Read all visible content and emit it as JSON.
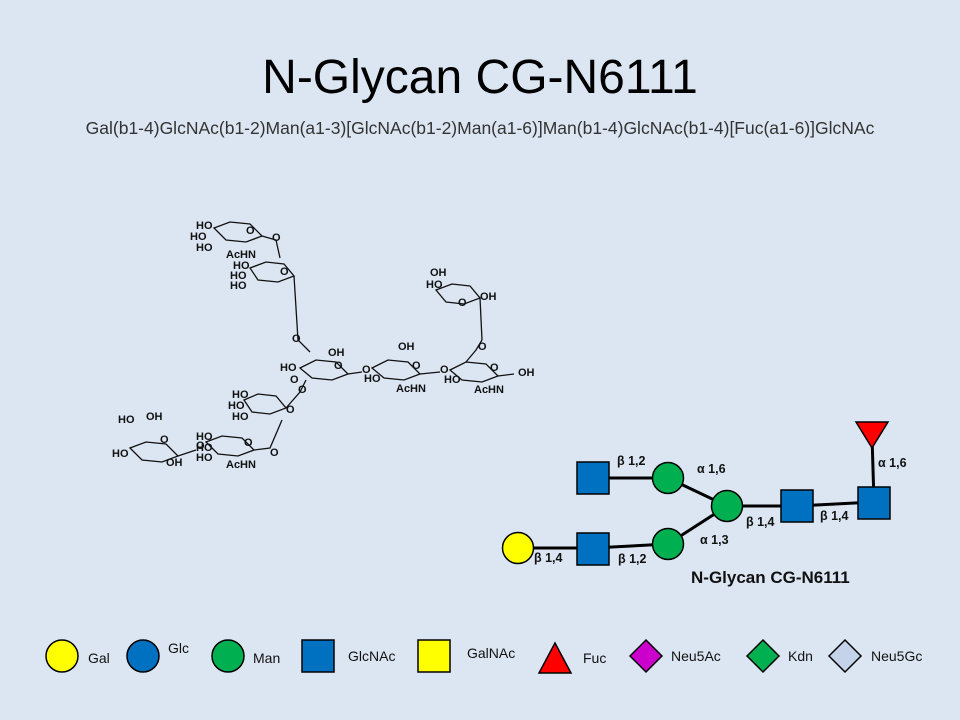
{
  "title": "N-Glycan CG-N6111",
  "subtitle": "Gal(b1-4)GlcNAc(b1-2)Man(a1-3)[GlcNAc(b1-2)Man(a1-6)]Man(b1-4)GlcNAc(b1-4)[Fuc(a1-6)]GlcNAc",
  "structure": {
    "labels": {
      "ho": "HO",
      "oh": "OH",
      "o": "O",
      "achn": "AcHN"
    }
  },
  "glycan": {
    "name": "N-Glycan CG-N6111",
    "linkages": {
      "b12_top": "β 1,2",
      "a16_top": "α 1,6",
      "b14_left": "β 1,4",
      "b12_bottom": "β 1,2",
      "a13": "α 1,3",
      "b14_mid": "β 1,4",
      "b14_right": "β 1,4",
      "a16_fuc": "α 1,6"
    }
  },
  "legend": [
    {
      "label": "Gal",
      "icon": "yellow-circle-icon",
      "color": "#ffff00"
    },
    {
      "label": "Glc",
      "icon": "blue-circle-icon",
      "color": "#0070c0"
    },
    {
      "label": "Man",
      "icon": "green-circle-icon",
      "color": "#00b050"
    },
    {
      "label": "GlcNAc",
      "icon": "blue-square-icon",
      "color": "#0070c0"
    },
    {
      "label": "GalNAc",
      "icon": "yellow-square-icon",
      "color": "#ffff00"
    },
    {
      "label": "Fuc",
      "icon": "red-triangle-icon",
      "color": "#ff0000"
    },
    {
      "label": "Neu5Ac",
      "icon": "purple-diamond-icon",
      "color": "#cc00cc"
    },
    {
      "label": "Kdn",
      "icon": "green-diamond-icon",
      "color": "#00b050"
    },
    {
      "label": "Neu5Gc",
      "icon": "lightblue-diamond-icon",
      "color": "#c5d3ea"
    }
  ]
}
